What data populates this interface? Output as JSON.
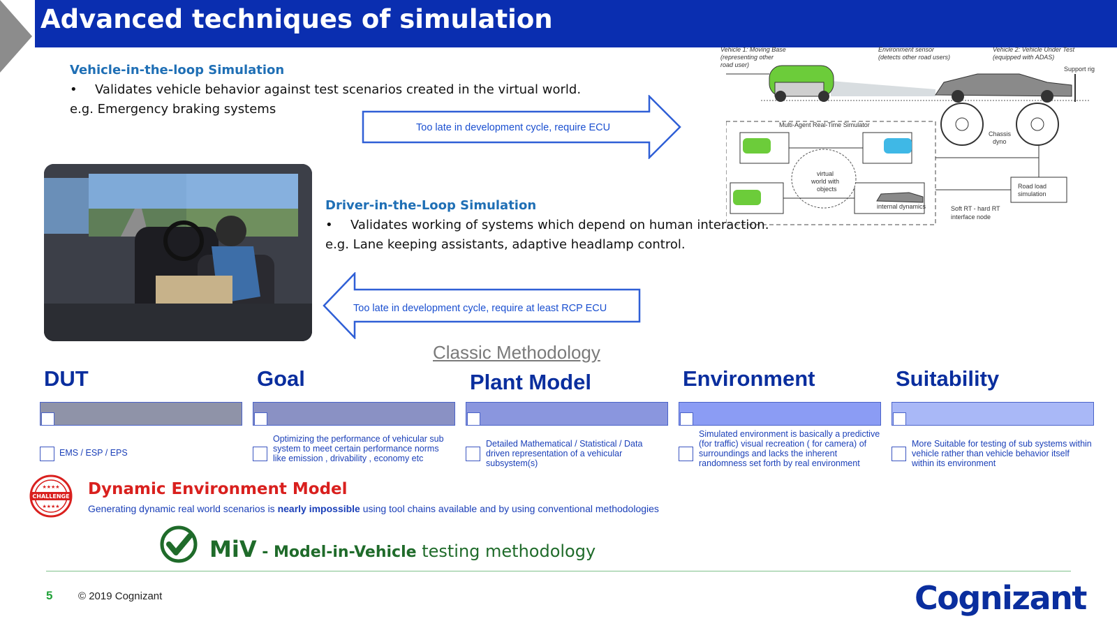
{
  "slide": {
    "title": "Advanced techniques of simulation",
    "page_number": "5",
    "copyright": "© 2019 Cognizant",
    "logo_text": "Cognizant"
  },
  "vil": {
    "heading": "Vehicle-in-the-loop Simulation",
    "bullet": "•",
    "line1": "Validates vehicle behavior against test scenarios created in the virtual world.",
    "line2": "e.g. Emergency braking systems"
  },
  "dil": {
    "heading": "Driver-in-the-Loop Simulation",
    "bullet": "•",
    "line1": "Validates working of systems which depend on human interaction.",
    "line2": "e.g. Lane keeping assistants, adaptive headlamp control."
  },
  "arrows": {
    "right_label": "Too late in development cycle, require ECU",
    "left_label": "Too late in development cycle, require at least RCP ECU"
  },
  "diagram": {
    "v1": "Vehicle 1: Moving Base",
    "v1_sub1": "(representing other",
    "v1_sub2": "road user)",
    "env": "Environment sensor",
    "env_sub": "(detects other road users)",
    "v2": "Vehicle 2: Vehicle Under Test",
    "v2_sub": "(equipped with ADAS)",
    "support": "Support rig",
    "multi_agent": "Multi-Agent Real-Time Simulator",
    "virtual": "virtual",
    "world_with": "world with",
    "objects": "objects",
    "internal": "internal dynamics",
    "chassis": "Chassis",
    "dyno": "dyno",
    "road_load": "Road load",
    "simulation": "simulation",
    "soft_rt": "Soft RT - hard RT",
    "interface": "interface node"
  },
  "classic": "Classic Methodology",
  "columns": [
    {
      "title": "DUT",
      "bar_color": "#8f93a8",
      "desc": "EMS / ESP / EPS"
    },
    {
      "title": "Goal",
      "bar_color": "#8a91c4",
      "desc": "Optimizing the performance of vehicular sub system to meet certain  performance norms like emission , drivability , economy etc"
    },
    {
      "title": "Plant  Model",
      "bar_color": "#8a96de",
      "desc": "Detailed Mathematical / Statistical / Data driven representation of a vehicular subsystem(s)"
    },
    {
      "title": "Environment",
      "bar_color": "#8b9cf4",
      "desc": "Simulated environment is basically a predictive (for traffic) visual recreation ( for camera)  of surroundings and lacks the inherent  randomness set forth by real environment"
    },
    {
      "title": "Suitability",
      "bar_color": "#a9b8f7",
      "desc": "More Suitable for testing of sub systems within vehicle rather than vehicle behavior itself within its environment"
    }
  ],
  "challenge": {
    "badge": "CHALLENGE",
    "heading": "Dynamic Environment Model",
    "text_pre": "Generating dynamic real world scenarios is ",
    "text_bold": "nearly impossible",
    "text_post": " using tool chains available and by using conventional methodologies"
  },
  "miv": {
    "abbr": "MiV",
    "dash": " - ",
    "name": "Model-in-Vehicle",
    "rest": " testing methodology"
  },
  "colors": {
    "title_bar": "#0a2eb0",
    "heading_blue": "#1f6fb5",
    "challenge_red": "#d9201e",
    "miv_green": "#1f6b2a",
    "footer_green": "#22a23a"
  }
}
